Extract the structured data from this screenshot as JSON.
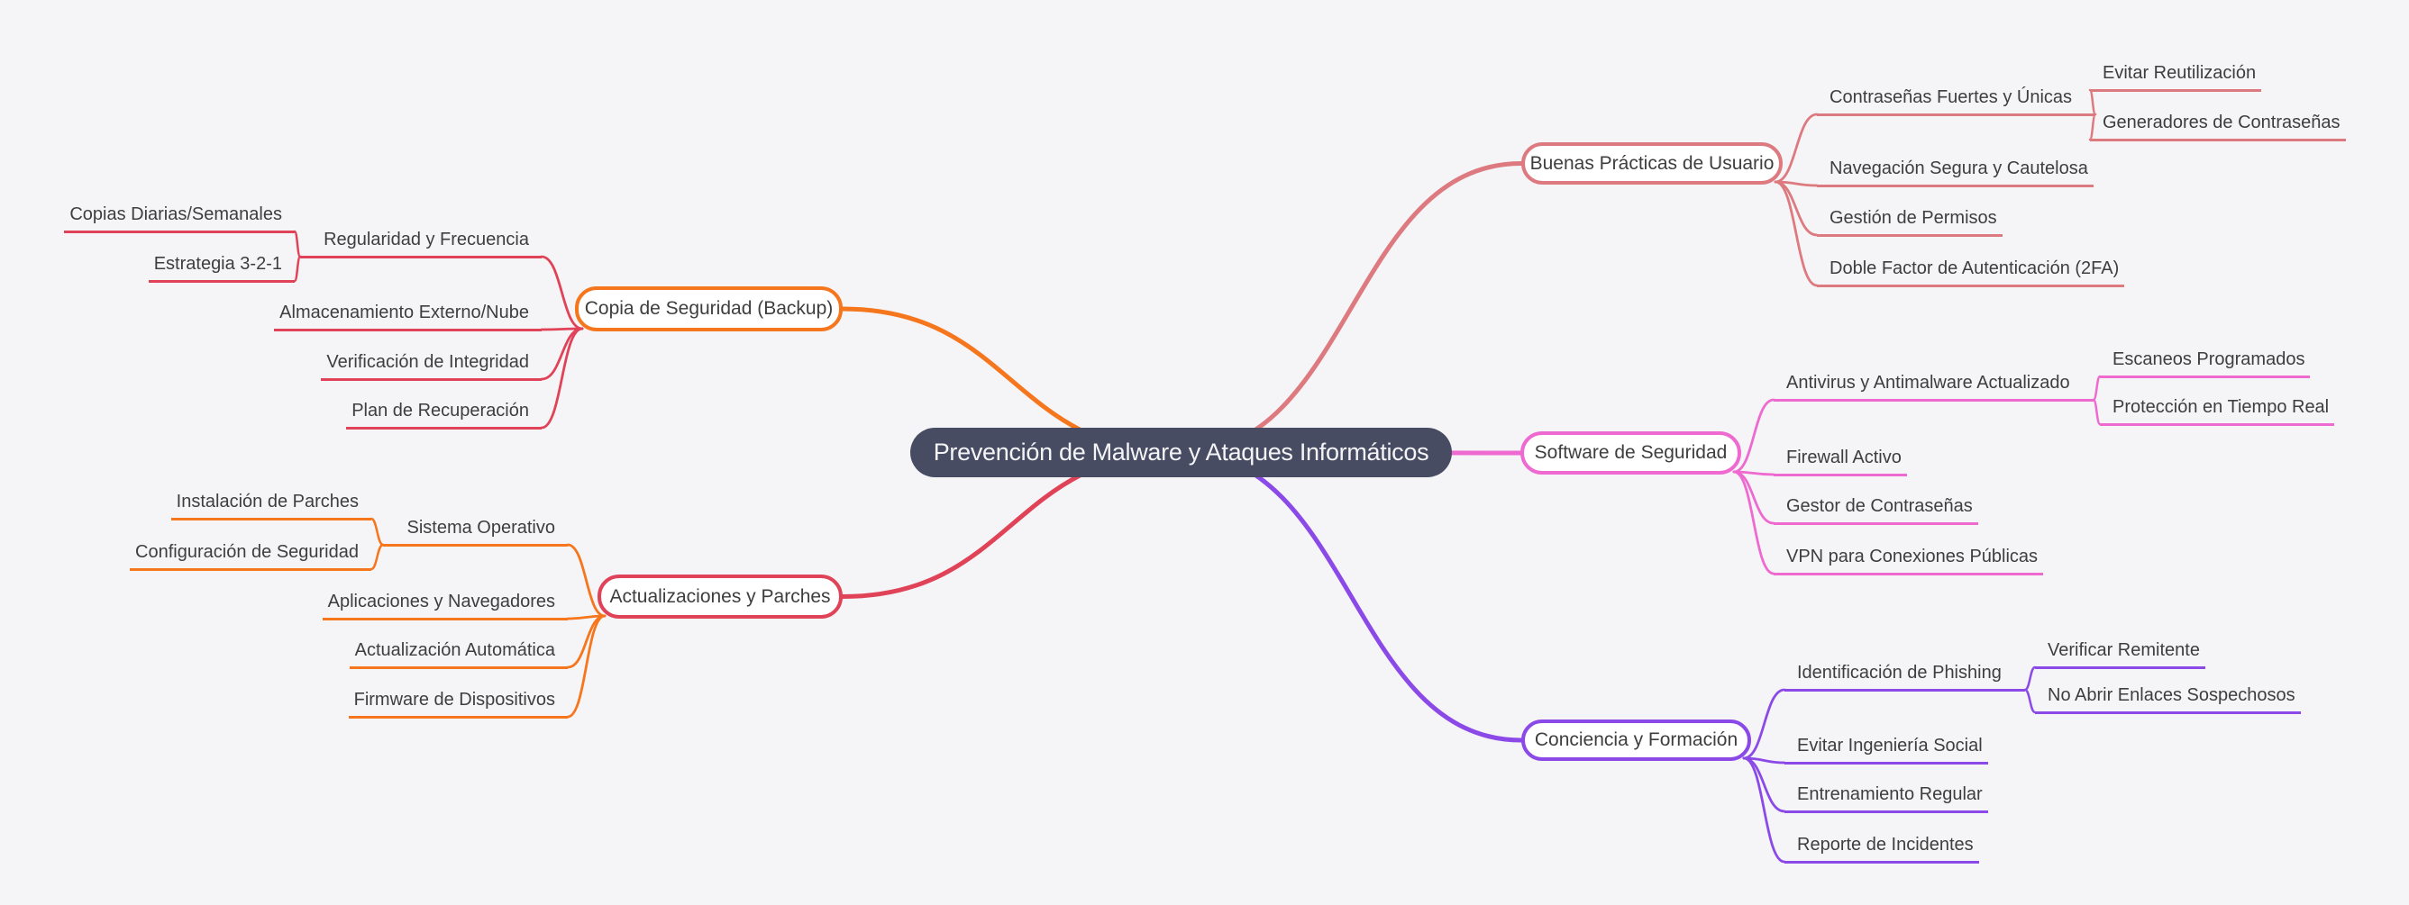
{
  "root": {
    "label": "Prevención de Malware y Ataques Informáticos"
  },
  "colors": {
    "background": "#f5f4f6",
    "center_bg": "#474c63",
    "center_text": "#f4f4f6",
    "label_text": "#3e3e3e",
    "orange": "#f5761d",
    "crimson": "#e04358",
    "salmon": "#dd7a80",
    "magenta": "#ee6ad0",
    "purple": "#8b49e7"
  },
  "branches": [
    {
      "label": "Copia de Seguridad (Backup)",
      "side": "left",
      "box_color": "#f5761d",
      "link_color": "#e04358",
      "children": [
        {
          "label": "Regularidad y Frecuencia",
          "children": [
            {
              "label": "Copias Diarias/Semanales"
            },
            {
              "label": "Estrategia 3-2-1"
            }
          ]
        },
        {
          "label": "Almacenamiento Externo/Nube"
        },
        {
          "label": "Verificación de Integridad"
        },
        {
          "label": "Plan de Recuperación"
        }
      ]
    },
    {
      "label": "Actualizaciones y Parches",
      "side": "left",
      "box_color": "#e04358",
      "link_color": "#f5761d",
      "children": [
        {
          "label": "Sistema Operativo",
          "children": [
            {
              "label": "Instalación de Parches"
            },
            {
              "label": "Configuración de Seguridad"
            }
          ]
        },
        {
          "label": "Aplicaciones y Navegadores"
        },
        {
          "label": "Actualización Automática"
        },
        {
          "label": "Firmware de Dispositivos"
        }
      ]
    },
    {
      "label": "Buenas Prácticas de Usuario",
      "side": "right",
      "box_color": "#dd7a80",
      "link_color": "#dd7a80",
      "children": [
        {
          "label": "Contraseñas Fuertes y Únicas",
          "children": [
            {
              "label": "Evitar Reutilización"
            },
            {
              "label": "Generadores de Contraseñas"
            }
          ]
        },
        {
          "label": "Navegación Segura y Cautelosa"
        },
        {
          "label": "Gestión de Permisos"
        },
        {
          "label": "Doble Factor de Autenticación (2FA)"
        }
      ]
    },
    {
      "label": "Software de Seguridad",
      "side": "right",
      "box_color": "#ee6ad0",
      "link_color": "#ee6ad0",
      "children": [
        {
          "label": "Antivirus y Antimalware Actualizado",
          "children": [
            {
              "label": "Escaneos Programados"
            },
            {
              "label": "Protección en Tiempo Real"
            }
          ]
        },
        {
          "label": "Firewall Activo"
        },
        {
          "label": "Gestor de Contraseñas"
        },
        {
          "label": "VPN para Conexiones Públicas"
        }
      ]
    },
    {
      "label": "Conciencia y Formación",
      "side": "right",
      "box_color": "#8b49e7",
      "link_color": "#8b49e7",
      "children": [
        {
          "label": "Identificación de Phishing",
          "children": [
            {
              "label": "Verificar Remitente"
            },
            {
              "label": "No Abrir Enlaces Sospechosos"
            }
          ]
        },
        {
          "label": "Evitar Ingeniería Social"
        },
        {
          "label": "Entrenamiento Regular"
        },
        {
          "label": "Reporte de Incidentes"
        }
      ]
    }
  ]
}
